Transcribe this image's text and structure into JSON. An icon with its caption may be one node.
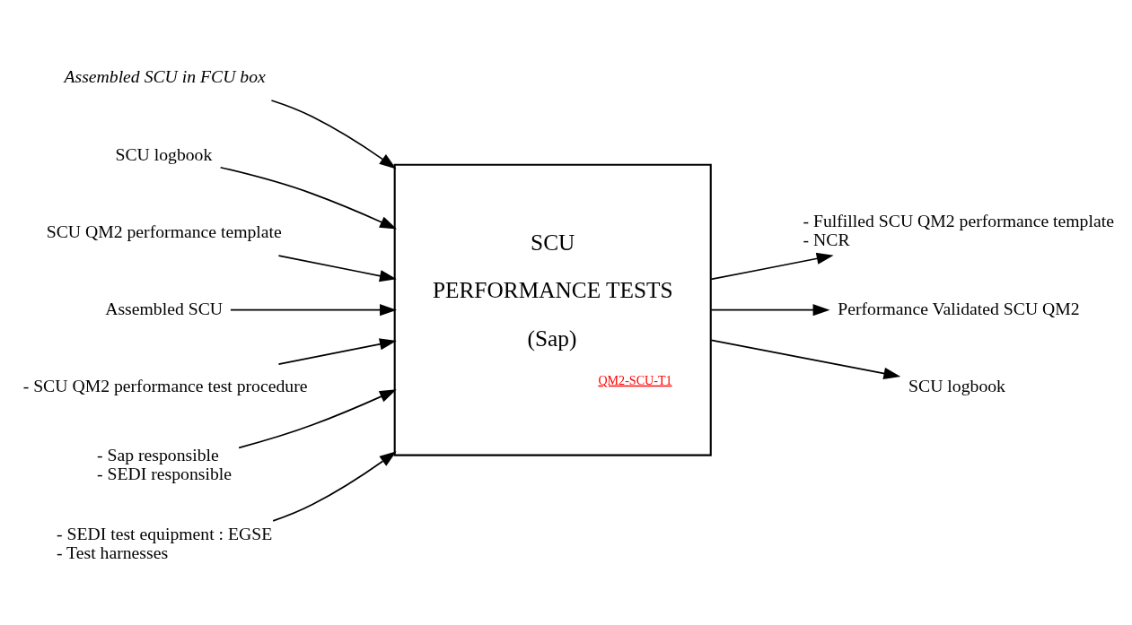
{
  "diagram": {
    "nodes": [
      {
        "text": [
          "SCU",
          "PERFORMANCE TESTS",
          "(Sap)",
          "QM2-SCU-T1"
        ]
      },
      {
        "text": [
          "Assembled SCU in FCU box"
        ]
      },
      {
        "text": [
          "SCU logbook"
        ]
      },
      {
        "text": [
          "SCU QM2 performance template"
        ]
      },
      {
        "text": [
          "Assembled SCU"
        ]
      },
      {
        "text": [
          "- Fulfilled SCU QM2 performance template",
          "- NCR"
        ]
      },
      {
        "text": [
          "Performance Validated SCU QM2"
        ]
      },
      {
        "text": [
          "SCU logbook"
        ]
      },
      {
        "text": [
          "- SCU QM2 performance test procedure"
        ]
      },
      {
        "text": [
          "- Sap responsible",
          "- SEDI responsible"
        ]
      },
      {
        "text": [
          "- SEDI test equipment : EGSE",
          "- Test harnesses"
        ]
      }
    ],
    "edges": [
      {
        "from": 1,
        "to": 0,
        "arrow": "to"
      },
      {
        "from": 2,
        "to": 0,
        "arrow": "to"
      },
      {
        "from": 3,
        "to": 0,
        "arrow": "to"
      },
      {
        "from": 4,
        "to": 0,
        "arrow": "to"
      },
      {
        "from": 0,
        "to": 5,
        "arrow": "to"
      },
      {
        "from": 0,
        "to": 6,
        "arrow": "to"
      },
      {
        "from": 0,
        "to": 7,
        "arrow": "to"
      },
      {
        "from": 8,
        "to": 0,
        "arrow": "to"
      },
      {
        "from": 9,
        "to": 0,
        "arrow": "to"
      },
      {
        "from": 10,
        "to": 0,
        "arrow": "to"
      }
    ]
  }
}
